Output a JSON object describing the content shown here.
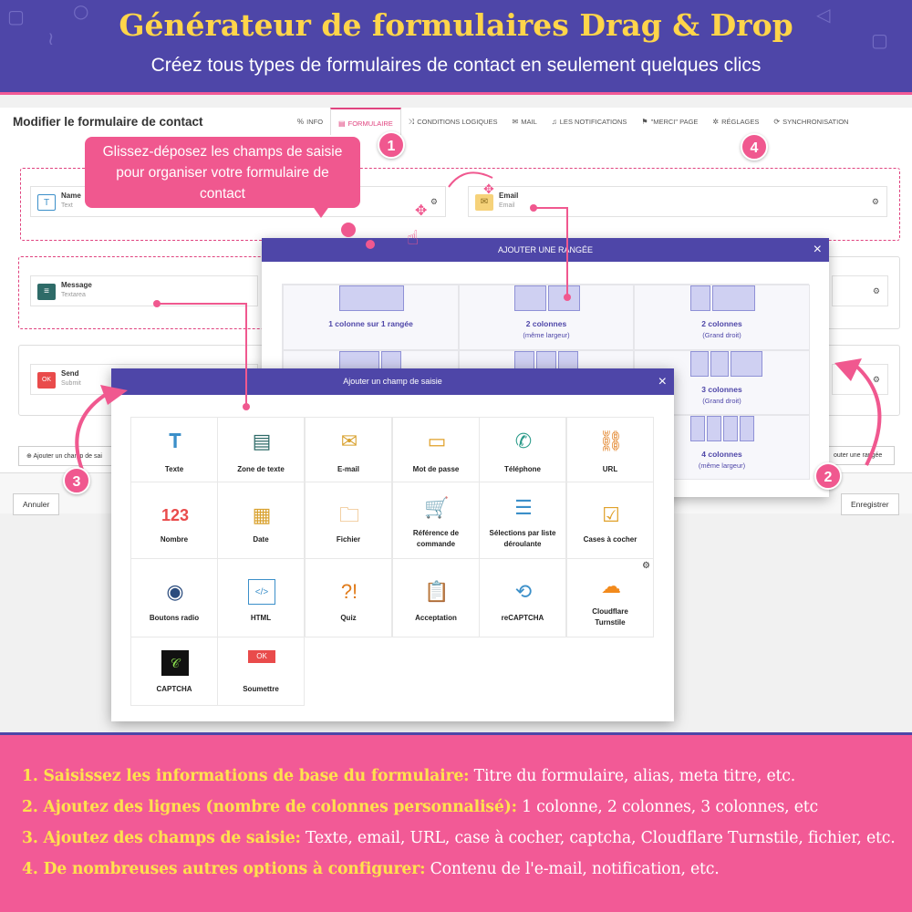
{
  "banner": {
    "title": "Générateur de formulaires Drag & Drop",
    "subtitle": "Créez tous types de formulaires de contact en seulement quelques clics"
  },
  "editor": {
    "title": "Modifier le formulaire de contact",
    "tabs": [
      {
        "label": "INFO",
        "icon": "link-icon"
      },
      {
        "label": "FORMULAIRE",
        "icon": "form-icon",
        "active": true
      },
      {
        "label": "CONDITIONS LOGIQUES",
        "icon": "shuffle-icon"
      },
      {
        "label": "MAIL",
        "icon": "mail-icon"
      },
      {
        "label": "LES NOTIFICATIONS",
        "icon": "bell-icon"
      },
      {
        "label": "\"MERCI\" PAGE",
        "icon": "flag-icon"
      },
      {
        "label": "RÉGLAGES",
        "icon": "gear-icon"
      },
      {
        "label": "SYNCHRONISATION",
        "icon": "sync-icon"
      }
    ],
    "fields": {
      "name": {
        "label": "Name",
        "type": "Text"
      },
      "email": {
        "label": "Email",
        "type": "Email"
      },
      "message": {
        "label": "Message",
        "type": "Textarea"
      },
      "send": {
        "label": "Send",
        "type": "Submit"
      }
    },
    "add_field_button": "Ajouter un champ de sai",
    "add_row_button": "outer une rangée",
    "cancel_button": "Annuler",
    "save_button": "Enregistrer"
  },
  "callout": {
    "text": "Glissez-déposez les champs de saisie pour organiser votre formulaire de contact"
  },
  "badges": [
    "1",
    "2",
    "3",
    "4"
  ],
  "row_modal": {
    "title": "AJOUTER UNE RANGÉE",
    "options": [
      {
        "label": "1 colonne sur 1 rangée",
        "sub": ""
      },
      {
        "label": "2 colonnes",
        "sub": "(même largeur)"
      },
      {
        "label": "2 colonnes",
        "sub": "(Grand droit)"
      },
      {
        "label": "3 colonnes",
        "sub": "(Grand droit)"
      },
      {
        "label": "4 colonnes",
        "sub": "(même largeur)"
      }
    ]
  },
  "field_modal": {
    "title": "Ajouter un champ de saisie",
    "items": [
      {
        "label": "Texte",
        "icon": "text-field-icon"
      },
      {
        "label": "Zone de texte",
        "icon": "textarea-icon"
      },
      {
        "label": "E-mail",
        "icon": "envelope-icon"
      },
      {
        "label": "Mot de passe",
        "icon": "password-icon"
      },
      {
        "label": "Téléphone",
        "icon": "phone-icon"
      },
      {
        "label": "URL",
        "icon": "chain-link-icon"
      },
      {
        "label": "Nombre",
        "icon": "number-icon"
      },
      {
        "label": "Date",
        "icon": "calendar-icon"
      },
      {
        "label": "Fichier",
        "icon": "folder-icon"
      },
      {
        "label": "Référence de commande",
        "icon": "cart-icon"
      },
      {
        "label": "Sélections par liste déroulante",
        "icon": "dropdown-icon"
      },
      {
        "label": "Cases à cocher",
        "icon": "checkbox-icon"
      },
      {
        "label": "Boutons radio",
        "icon": "radio-icon"
      },
      {
        "label": "HTML",
        "icon": "code-icon"
      },
      {
        "label": "Quiz",
        "icon": "quiz-icon"
      },
      {
        "label": "Acceptation",
        "icon": "clipboard-check-icon"
      },
      {
        "label": "reCAPTCHA",
        "icon": "recaptcha-icon"
      },
      {
        "label": "Cloudflare Turnstile",
        "icon": "cloudflare-icon"
      },
      {
        "label": "CAPTCHA",
        "icon": "captcha-icon"
      },
      {
        "label": "Soumettre",
        "icon": "submit-button-icon"
      }
    ]
  },
  "footer": {
    "lines": [
      {
        "key": "1. Saisissez les informations de base du formulaire:",
        "value": " Titre du formulaire, alias, meta titre, etc."
      },
      {
        "key": "2. Ajoutez des lignes (nombre de colonnes personnalisé):",
        "value": " 1 colonne, 2 colonnes, 3 colonnes, etc"
      },
      {
        "key": "3. Ajoutez des champs de saisie:",
        "value": " Texte, email, URL, case à cocher, captcha, Cloudflare Turnstile, fichier, etc."
      },
      {
        "key": "4. De nombreuses autres options à configurer:",
        "value": " Contenu de l'e-mail, notification, etc."
      }
    ]
  },
  "colors": {
    "brand_purple": "#4e46a8",
    "accent_pink": "#f25a96",
    "title_yellow": "#ffd54a"
  }
}
